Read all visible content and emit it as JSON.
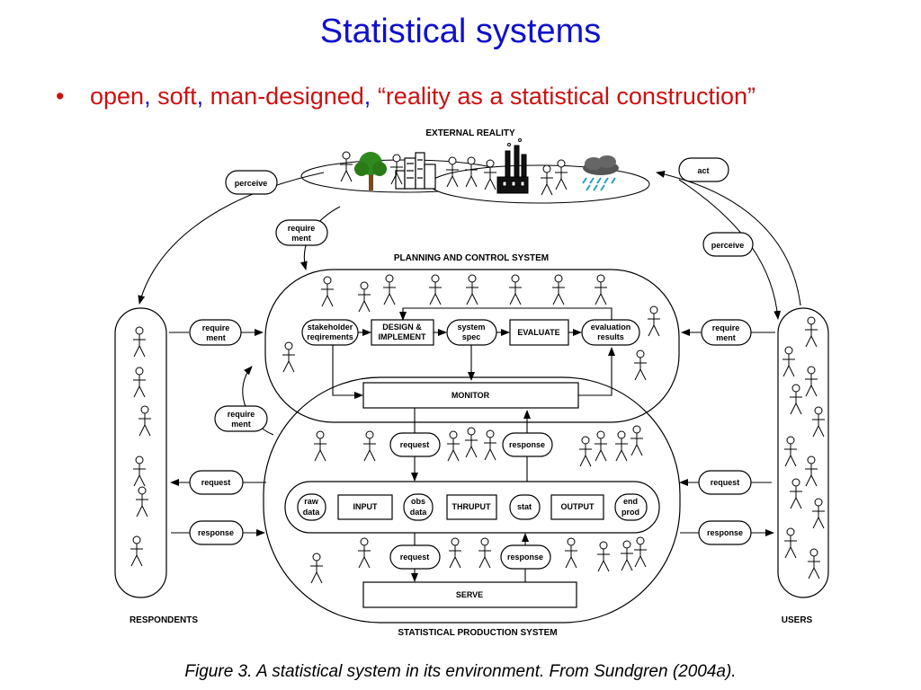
{
  "title": "Statistical systems",
  "subtitle": {
    "bullet": "•",
    "items": [
      "open",
      "soft",
      "man-designed",
      "“reality as a statistical construction”"
    ],
    "separator": ","
  },
  "caption": "Figure 3. A statistical system in its environment. From Sundgren (2004a).",
  "diagram": {
    "external_reality": "EXTERNAL REALITY",
    "planning_system": "PLANNING AND CONTROL SYSTEM",
    "production_system": "STATISTICAL PRODUCTION SYSTEM",
    "respondents": "RESPONDENTS",
    "users": "USERS",
    "perceive": "perceive",
    "act": "act",
    "requirement": [
      "require",
      "ment"
    ],
    "request": "request",
    "response": "response",
    "stakeholder": [
      "stakeholder",
      "reqirements"
    ],
    "design": [
      "DESIGN &",
      "IMPLEMENT"
    ],
    "system_spec": [
      "system",
      "spec"
    ],
    "evaluate": "EVALUATE",
    "evaluation_results": [
      "evaluation",
      "results"
    ],
    "monitor": "MONITOR",
    "serve": "SERVE",
    "raw_data": [
      "raw",
      "data"
    ],
    "input": "INPUT",
    "obs_data": [
      "obs",
      "data"
    ],
    "thruput": "THRUPUT",
    "stat": "stat",
    "output": "OUTPUT",
    "end_prod": [
      "end",
      "prod"
    ]
  }
}
